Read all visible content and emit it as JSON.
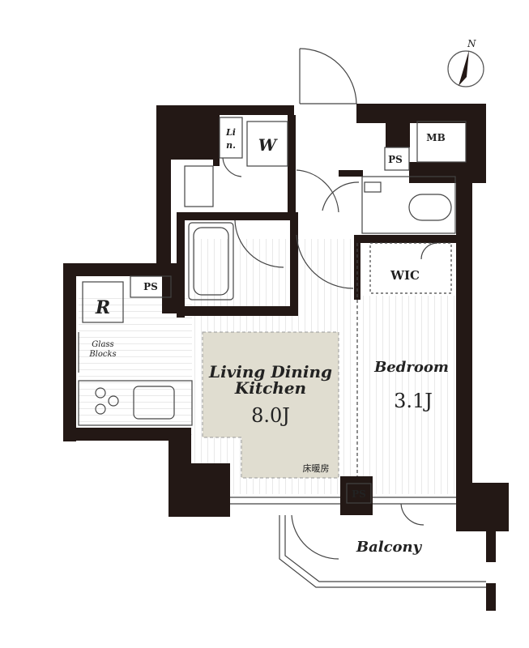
{
  "compass": {
    "label": "N"
  },
  "rooms": {
    "ldk": {
      "name_line1": "Living Dining",
      "name_line2": "Kitchen",
      "size": "8.0J"
    },
    "bedroom": {
      "name": "Bedroom",
      "size": "3.1J"
    },
    "balcony": "Balcony",
    "wic": "WIC",
    "washer": "W",
    "linen": {
      "line1": "Li",
      "line2": "n."
    },
    "refrigerator": "R",
    "meter_box": "MB",
    "pipe_space": "PS",
    "glass_blocks": {
      "line1": "Glass",
      "line2": "Blocks"
    },
    "floor_heating": "床暖房"
  },
  "colors": {
    "wall": "#231815",
    "ldk_fill": "#e0ddd0",
    "lines": "#444444"
  }
}
